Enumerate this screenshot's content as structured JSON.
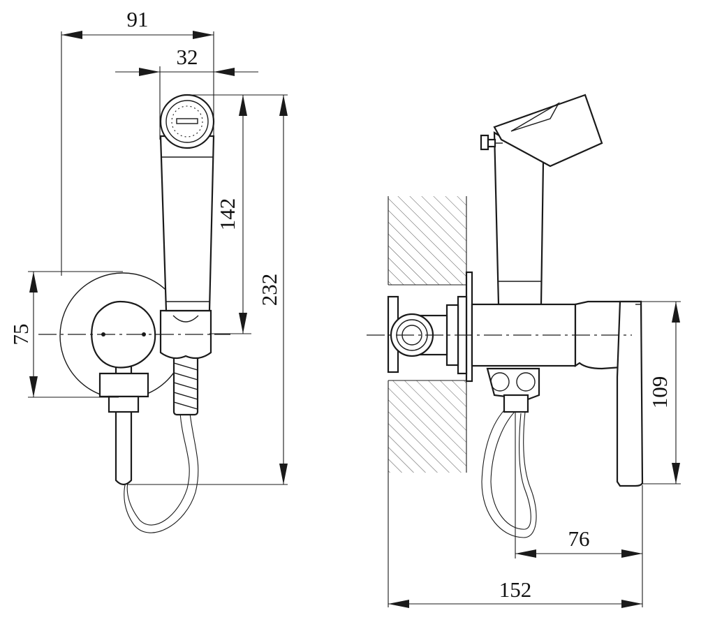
{
  "dimensions": {
    "front_total_width": "91",
    "front_head_width": "32",
    "front_handshower_height": "142",
    "front_total_height": "232",
    "front_flange_height": "75",
    "side_lever_height": "109",
    "side_hose_offset": "76",
    "side_total_depth": "152"
  },
  "colors": {
    "line": "#1a1a1a",
    "background": "#ffffff",
    "hatch": "#555555"
  }
}
